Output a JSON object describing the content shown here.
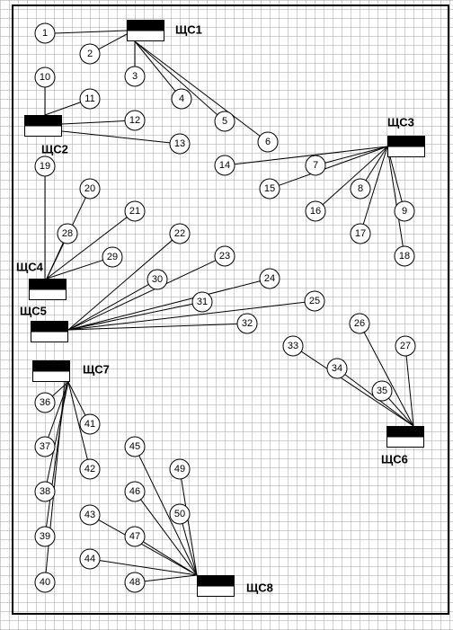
{
  "panels": [
    {
      "id": "p1",
      "label": "ЩС1",
      "nodes": [
        "1",
        "2",
        "3",
        "4",
        "5",
        "6"
      ]
    },
    {
      "id": "p2",
      "label": "ЩС2",
      "nodes": [
        "10",
        "11",
        "12",
        "13"
      ]
    },
    {
      "id": "p3",
      "label": "ЩС3",
      "nodes": [
        "14",
        "7",
        "15",
        "16",
        "8",
        "17",
        "9",
        "18"
      ]
    },
    {
      "id": "p4",
      "label": "ЩС4",
      "nodes": [
        "19",
        "20",
        "21",
        "28",
        "29"
      ]
    },
    {
      "id": "p5",
      "label": "ЩС5",
      "nodes": [
        "22",
        "30",
        "23",
        "31",
        "24",
        "25",
        "32"
      ]
    },
    {
      "id": "p6",
      "label": "ЩС6",
      "nodes": [
        "26",
        "27",
        "33",
        "34",
        "35"
      ]
    },
    {
      "id": "p7",
      "label": "ЩС7",
      "nodes": [
        "36",
        "37",
        "38",
        "39",
        "40",
        "41",
        "42"
      ]
    },
    {
      "id": "p8",
      "label": "ЩС8",
      "nodes": [
        "43",
        "44",
        "45",
        "46",
        "47",
        "48",
        "49",
        "50"
      ]
    }
  ]
}
